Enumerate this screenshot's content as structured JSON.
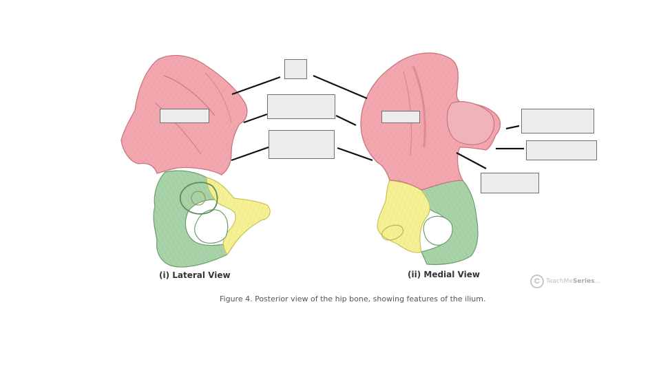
{
  "figure": {
    "caption": "Figure 4. Posterior view of the hip bone, showing features of the ilium.",
    "views": [
      "(i) Lateral View",
      "(ii) Medial View"
    ],
    "watermark": {
      "brand_prefix": "TeachMe",
      "brand_suffix": "Series",
      "trail": "..."
    }
  },
  "colors": {
    "ilium": "#f2a6ad",
    "ilium_dark": "#c9757f",
    "ischium": "#a8d2a8",
    "ischium_dark": "#6c9c6c",
    "pubis": "#f4f093",
    "pubis_dark": "#c9c25a",
    "leader_line": "#111111"
  },
  "icons": [
    "copyright-logo-icon"
  ]
}
